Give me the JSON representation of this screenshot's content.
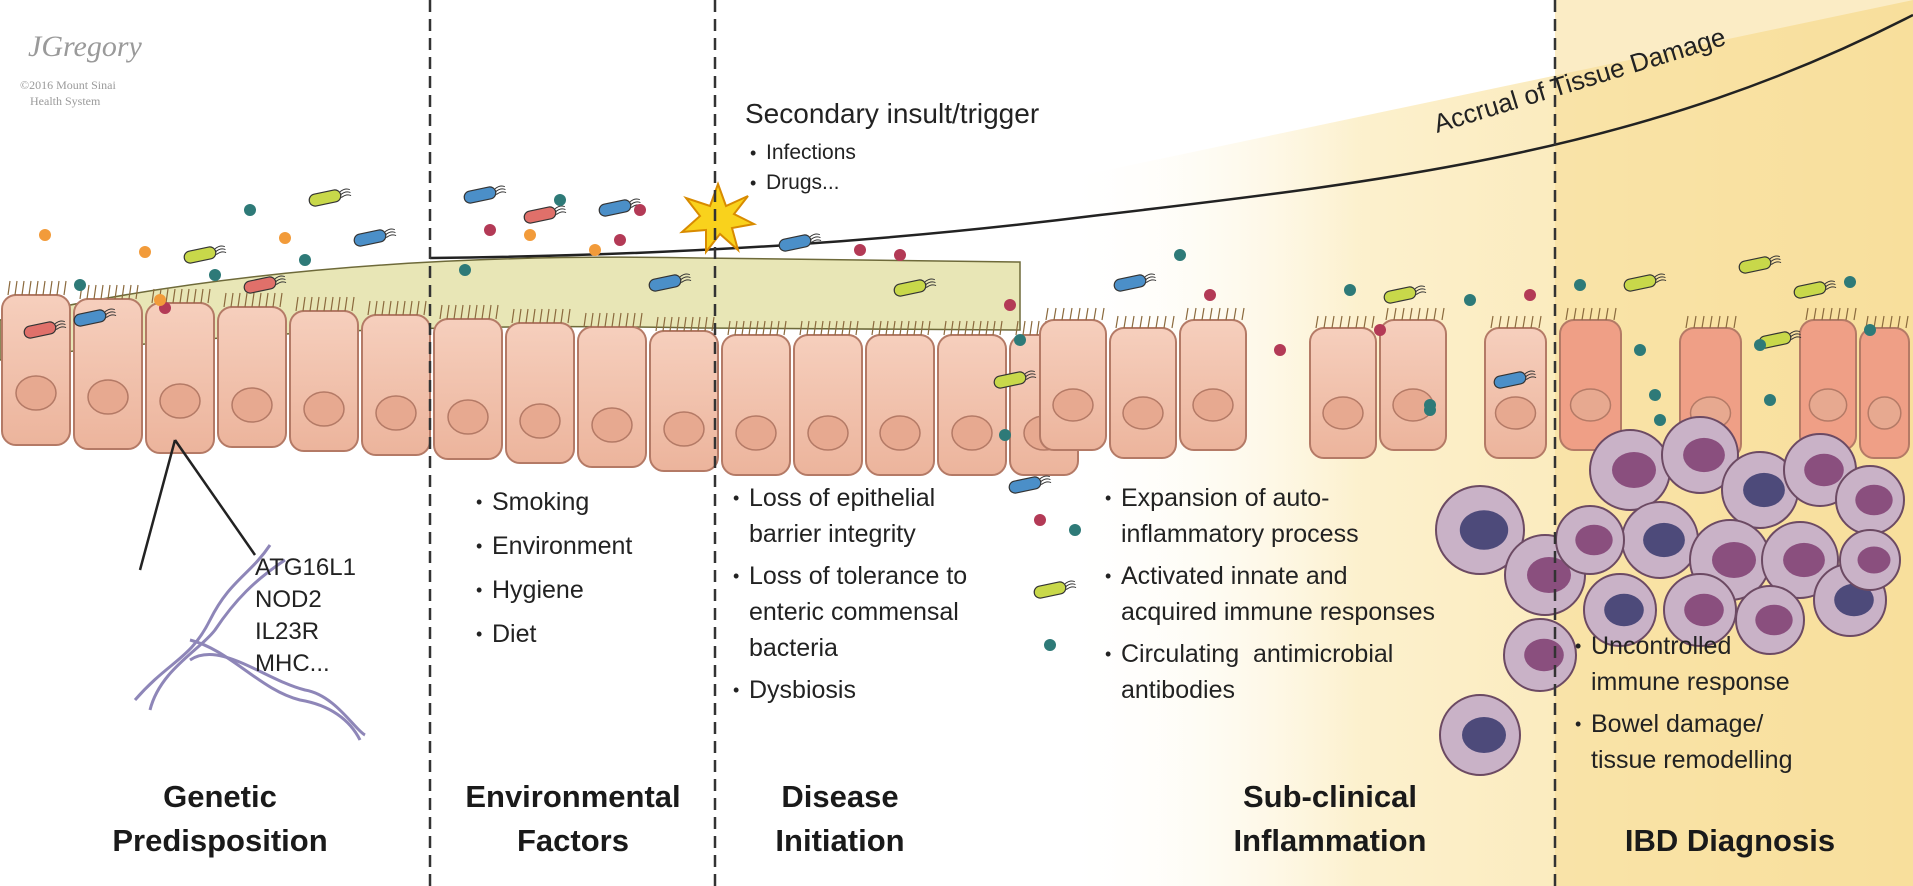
{
  "watermark": {
    "signature": "JGregory",
    "copyright": "©2016 Mount Sinai",
    "org": "Health System"
  },
  "damage_curve": {
    "label": "Accrual of Tissue Damage"
  },
  "trigger": {
    "title": "Secondary insult/trigger",
    "items": [
      "Infections",
      "Drugs..."
    ]
  },
  "genes": [
    "ATG16L1",
    "NOD2",
    "IL23R",
    "MHC..."
  ],
  "stages": [
    {
      "title_line1": "Genetic",
      "title_line2": "Predisposition",
      "bullets": []
    },
    {
      "title_line1": "Environmental",
      "title_line2": "Factors",
      "bullets": [
        "Smoking",
        "Environment",
        "Hygiene",
        "Diet"
      ]
    },
    {
      "title_line1": "Disease",
      "title_line2": "Initiation",
      "bullets": [
        "Loss of epithelial",
        "barrier integrity",
        "Loss of tolerance to",
        "enteric commensal",
        "bacteria",
        "Dysbiosis"
      ]
    },
    {
      "title_line1": "Sub-clinical",
      "title_line2": "Inflammation",
      "bullets": [
        "Expansion of auto-",
        "inflammatory process",
        "Activated innate and",
        "acquired immune responses",
        "Circulating  antimicrobial",
        "antibodies"
      ]
    },
    {
      "title_line1": "",
      "title_line2": "IBD Diagnosis",
      "bullets": [
        "Uncontrolled",
        "immune response",
        "Bowel damage/",
        "tissue remodelling"
      ]
    }
  ],
  "colors": {
    "cell_fill": "#f2c3ad",
    "cell_stroke": "#b47a66",
    "nucleus": "#e7a990",
    "mucus": "#eceab8",
    "inflamed_bg": "#fbe7ad",
    "divider": "#333333",
    "dna": "#8e86b8",
    "immune_cell": "#c9b2c7",
    "immune_nucleus": "#8a4f7e"
  }
}
